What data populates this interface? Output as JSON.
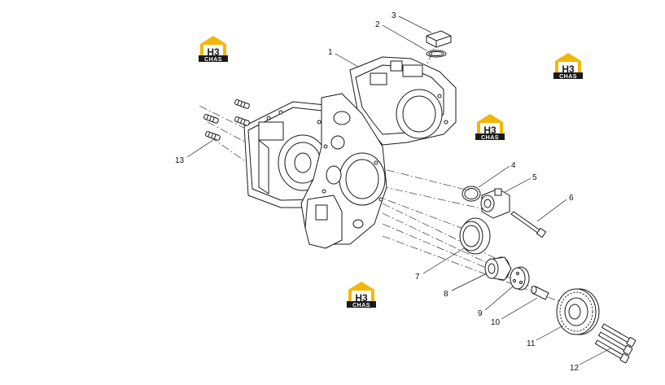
{
  "diagram": {
    "callouts": [
      "1",
      "2",
      "3",
      "4",
      "5",
      "6",
      "7",
      "8",
      "9",
      "10",
      "11",
      "12",
      "13"
    ]
  },
  "watermarks": [
    {
      "mark": "H3",
      "caption": "CHAS"
    },
    {
      "mark": "H3",
      "caption": "CHAS"
    },
    {
      "mark": "H3",
      "caption": "CHAS"
    },
    {
      "mark": "H3",
      "caption": "CHAS"
    }
  ],
  "colors": {
    "line": "#1a1a1a",
    "badge_yellow": "#f2b705",
    "badge_dark": "#1a1a1a"
  }
}
